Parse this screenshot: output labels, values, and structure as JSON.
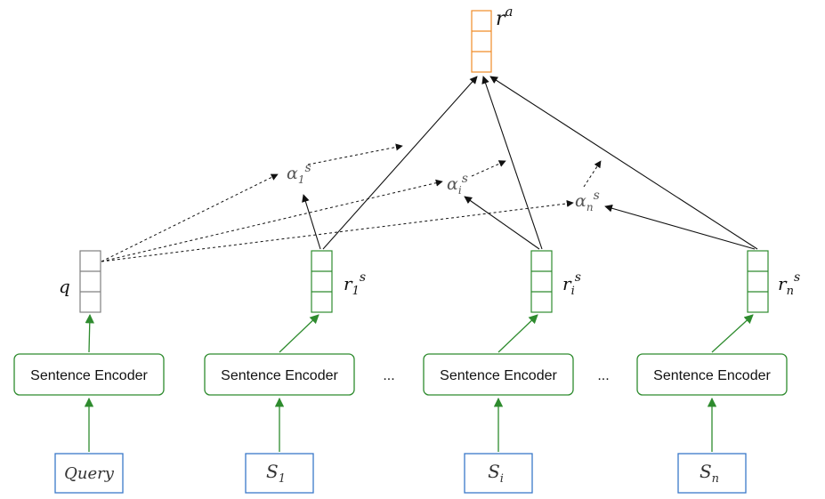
{
  "diagram": {
    "inputs": {
      "query": "Query",
      "s1": "S",
      "s1_sub": "1",
      "si": "S",
      "si_sub": "i",
      "sn": "S",
      "sn_sub": "n"
    },
    "encoders": {
      "query": "Sentence Encoder",
      "s1": "Sentence Encoder",
      "si": "Sentence Encoder",
      "sn": "Sentence Encoder"
    },
    "ellipsis": [
      "...",
      "..."
    ],
    "vectors": {
      "q": "q",
      "r1": "r",
      "r1_sub": "1",
      "r1_sup": "s",
      "ri": "r",
      "ri_sub": "i",
      "ri_sup": "s",
      "rn": "r",
      "rn_sub": "n",
      "rn_sup": "s",
      "ra": "r",
      "ra_sup": "a"
    },
    "attention": {
      "a1": "α",
      "a1_sub": "1",
      "a1_sup": "s",
      "ai": "α",
      "ai_sub": "i",
      "ai_sup": "s",
      "an": "α",
      "an_sub": "n",
      "an_sup": "s"
    },
    "colors": {
      "green": "#2e8b2e",
      "blue": "#3a78c9",
      "orange": "#f08c28",
      "gray": "#808080",
      "black": "#111111"
    }
  }
}
